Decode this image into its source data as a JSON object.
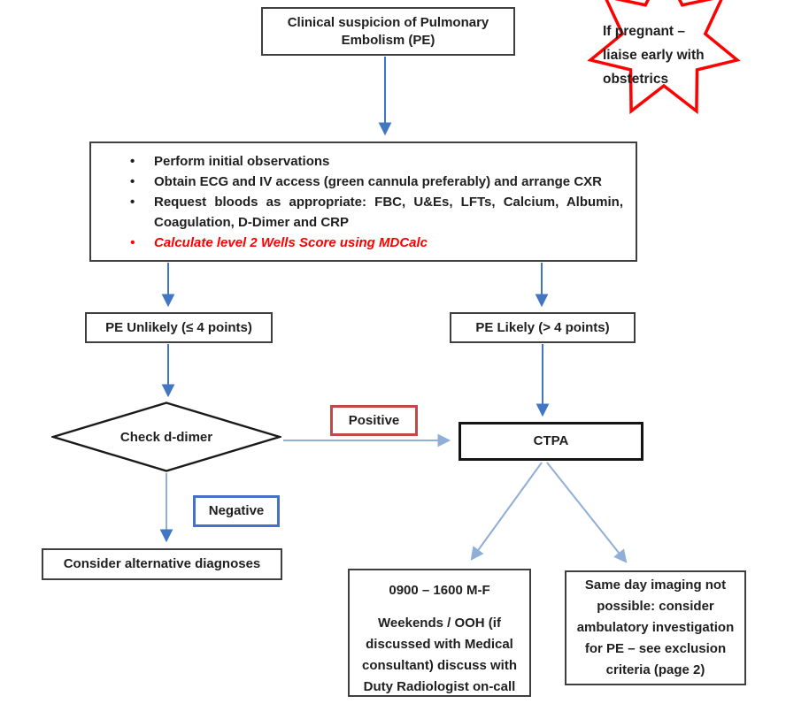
{
  "flowchart": {
    "title_box": {
      "text": "Clinical suspicion of Pulmonary Embolism (PE)"
    },
    "pregnancy_star": {
      "lines": [
        "If pregnant –",
        "liaise early with",
        "obstetrics"
      ],
      "border_color": "#FF0000"
    },
    "initial_actions_box": {
      "bullets": [
        "Perform initial observations",
        "Obtain ECG and IV access (green cannula preferably) and arrange CXR",
        "Request bloods as appropriate: FBC, U&Es, LFTs, Calcium, Albumin, Coagulation, D-Dimer and CRP",
        "Calculate level 2 Wells Score using MDCalc"
      ],
      "highlight_color": "#FF0000"
    },
    "pe_unlikely_box": {
      "text": "PE Unlikely (≤ 4 points)"
    },
    "pe_likely_box": {
      "text": "PE Likely (> 4 points)"
    },
    "decision_diamond": {
      "text": "Check d-dimer"
    },
    "positive_label": {
      "text": "Positive",
      "border_color": "#BE4B48"
    },
    "negative_label": {
      "text": "Negative",
      "border_color": "#4472C4"
    },
    "ctpa_box": {
      "text": "CTPA"
    },
    "alternative_box": {
      "text": "Consider alternative diagnoses"
    },
    "radiology_box": {
      "line1": "0900 – 1600 M-F",
      "line2": "Weekends / OOH (if discussed with Medical consultant) discuss with Duty Radiologist on-call"
    },
    "ambulatory_box": {
      "text": "Same day imaging not possible: consider ambulatory investigation for PE – see exclusion criteria (page 2)"
    },
    "colors": {
      "arrow_blue": "#4176C2",
      "arrow_light_blue": "#8FAED8",
      "box_border": "#3f3f3f",
      "ctpa_border": "#141414",
      "star_red": "#FF0000",
      "wells_red": "#FF0000",
      "positive_red": "#BE4B48",
      "negative_blue": "#4472C4"
    }
  }
}
